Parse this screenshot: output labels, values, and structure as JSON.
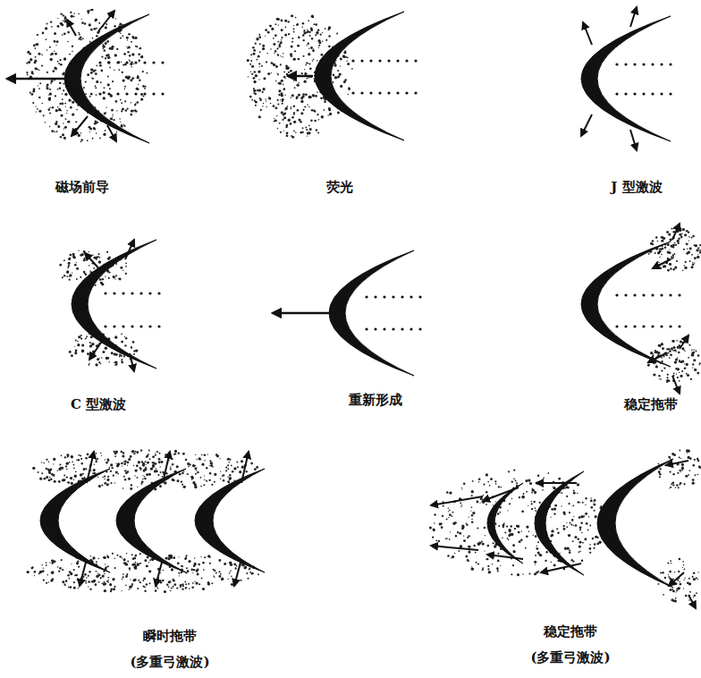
{
  "diagram": {
    "labels": [
      "磁场前导",
      "荧光",
      "J 型激波",
      "C 型激波",
      "重新形成",
      "稳定拖带",
      "瞬时拖带 (多重弓激波)",
      "稳定拖带 (多重弓激波)"
    ]
  }
}
